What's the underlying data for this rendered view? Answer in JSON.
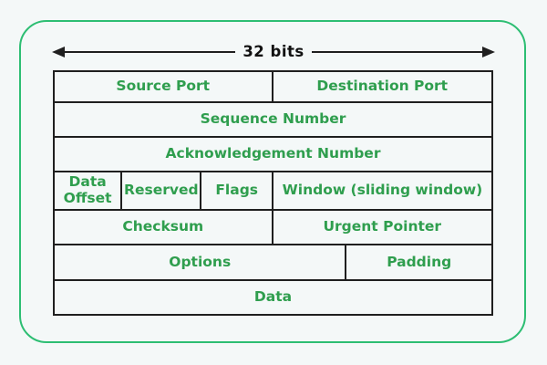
{
  "measure": {
    "label": "32 bits"
  },
  "colors": {
    "frame_green": "#2dbe73",
    "label_green": "#2f9e4e",
    "line_black": "#1f1f1f",
    "background": "#f4f8f8"
  },
  "table": {
    "rows": [
      {
        "cells": [
          {
            "label": "Source Port",
            "width": 50
          },
          {
            "label": "Destination Port",
            "width": 50
          }
        ]
      },
      {
        "cells": [
          {
            "label": "Sequence Number",
            "width": 100
          }
        ]
      },
      {
        "cells": [
          {
            "label": "Acknowledgement Number",
            "width": 100
          }
        ]
      },
      {
        "cells": [
          {
            "label": "Data Offset",
            "width": 15.5
          },
          {
            "label": "Reserved",
            "width": 18.2
          },
          {
            "label": "Flags",
            "width": 16.4
          },
          {
            "label": "Window (sliding window)",
            "width": 49.9
          }
        ]
      },
      {
        "cells": [
          {
            "label": "Checksum",
            "width": 50
          },
          {
            "label": "Urgent Pointer",
            "width": 50
          }
        ]
      },
      {
        "cells": [
          {
            "label": "Options",
            "width": 66.9
          },
          {
            "label": "Padding",
            "width": 33.1
          }
        ]
      },
      {
        "cells": [
          {
            "label": "Data",
            "width": 100
          }
        ]
      }
    ]
  }
}
